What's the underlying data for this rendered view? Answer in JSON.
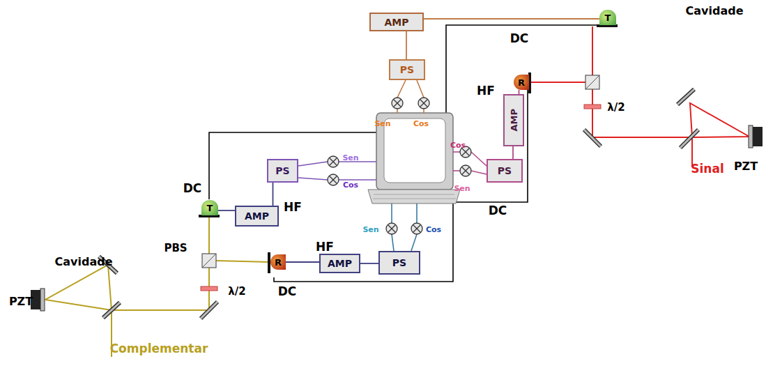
{
  "diagram": {
    "nodes": [
      {
        "text": [
          "AMP"
        ]
      },
      {
        "text": [
          "T"
        ]
      },
      {
        "text": [
          "PS"
        ]
      },
      {
        "text": [
          "R"
        ]
      },
      {
        "text": [
          "AMP"
        ]
      },
      {
        "text": [
          "PS"
        ]
      },
      {
        "text": [
          "PS"
        ]
      },
      {
        "text": [
          "T"
        ]
      },
      {
        "text": [
          "AMP"
        ]
      },
      {
        "text": [
          "R"
        ]
      },
      {
        "text": [
          "AMP"
        ]
      },
      {
        "text": [
          "PS"
        ]
      }
    ],
    "edges": [
      {
        "from": 1,
        "to": 0,
        "arrow": "none"
      },
      {
        "from": 0,
        "to": 2,
        "arrow": "none"
      },
      {
        "from": 3,
        "to": 4,
        "arrow": "none"
      },
      {
        "from": 4,
        "to": 6,
        "arrow": "none"
      },
      {
        "from": 7,
        "to": 8,
        "arrow": "none"
      },
      {
        "from": 8,
        "to": 5,
        "arrow": "none"
      },
      {
        "from": 9,
        "to": 10,
        "arrow": "none"
      },
      {
        "from": 10,
        "to": 11,
        "arrow": "none"
      }
    ],
    "labels": [
      "DC",
      "HF",
      "Cavidade",
      "λ/2",
      "PZT",
      "Sinal",
      "Sen",
      "Cos",
      "Sen",
      "Cos",
      "Cos",
      "Sen",
      "DC",
      "DC",
      "HF",
      "HF",
      "Sen",
      "Cos",
      "PBS",
      "λ/2",
      "DC",
      "Cavidade",
      "PZT",
      "Complementar"
    ]
  }
}
